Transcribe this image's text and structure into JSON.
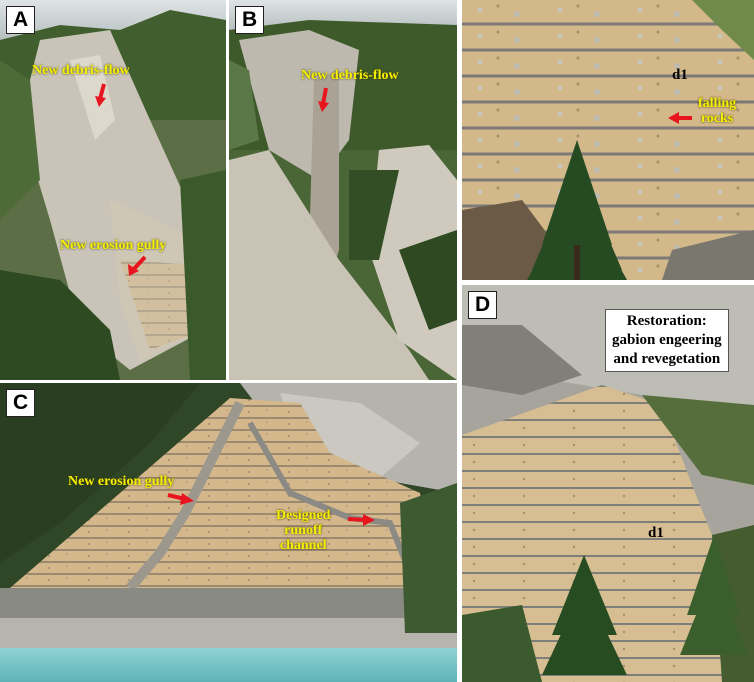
{
  "panels": {
    "a": {
      "letter": "A",
      "note_top": "New debris-flow",
      "note_bottom": "New  erosion gully"
    },
    "b": {
      "letter": "B",
      "note_top": "New debris-flow"
    },
    "top_right": {
      "marker": "d1",
      "note_line1": "falling",
      "note_line2": "rocks"
    },
    "c": {
      "letter": "C",
      "note_left": "New  erosion gully",
      "note_right_line1": "Designed",
      "note_right_line2": "runoff",
      "note_right_line3": "channel"
    },
    "d": {
      "letter": "D",
      "marker": "d1",
      "caption_line1": "Restoration:",
      "caption_line2": "gabion engeering",
      "caption_line3": "and revegetation"
    }
  },
  "colors": {
    "annotation_text": "#f5f000",
    "arrow": "#e8141e",
    "slope": "#d2b486",
    "rock": "#c9c6bc",
    "forest": "#3d5a2a",
    "lake": "#7cc6c9"
  }
}
